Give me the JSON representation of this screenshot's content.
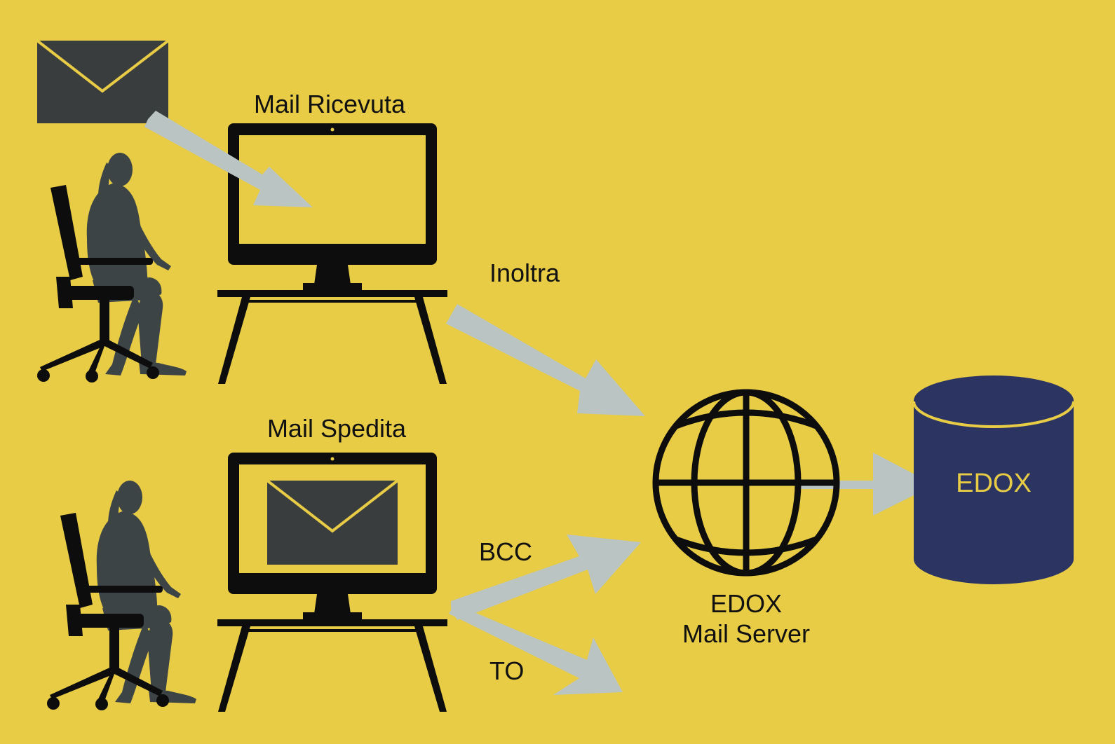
{
  "colors": {
    "background": "#E8CC45",
    "arrow": "#B9C4C3",
    "envelope": "#3A3D3E",
    "envelope_flap": "#E8CC45",
    "person": "#3D4446",
    "furniture": "#0D0D0D",
    "database": "#2C3462",
    "database_rim": "#E8CC45",
    "database_text": "#E8CC45",
    "text": "#111111"
  },
  "labels": {
    "mail_received": "Mail Ricevuta",
    "forward": "Inoltra",
    "mail_sent": "Mail Spedita",
    "bcc": "BCC",
    "to": "TO",
    "server_line1": "EDOX",
    "server_line2": "Mail Server",
    "database": "EDOX"
  },
  "icons": {
    "incoming_mail": "envelope-icon",
    "screen_mail": "envelope-icon",
    "server": "globe-icon",
    "storage": "database-icon",
    "workstation": "monitor-desk-icon",
    "user": "seated-person-icon"
  }
}
